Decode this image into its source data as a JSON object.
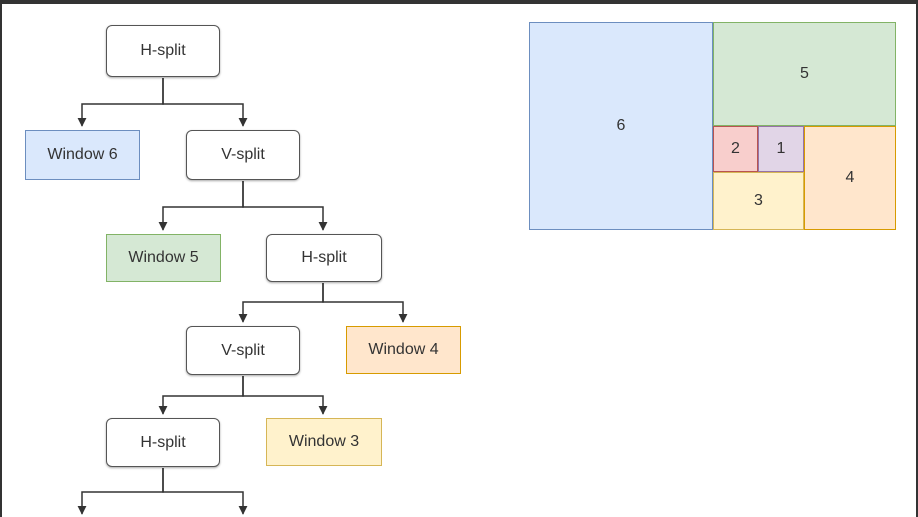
{
  "tree": {
    "n1_label": "H-split",
    "n2_label": "Window 6",
    "n3_label": "V-split",
    "n4_label": "Window 5",
    "n5_label": "H-split",
    "n6_label": "V-split",
    "n7_label": "Window 4",
    "n8_label": "H-split",
    "n9_label": "Window 3"
  },
  "layout": {
    "w6_label": "6",
    "w5_label": "5",
    "w2_label": "2",
    "w1_label": "1",
    "w3_label": "3",
    "w4_label": "4"
  },
  "colors": {
    "window6_fill": "#dae8fc",
    "window6_stroke": "#6c8ebf",
    "window5_fill": "#d5e8d4",
    "window5_stroke": "#82b366",
    "window4_fill": "#ffe6cc",
    "window4_stroke": "#d79b00",
    "window3_fill": "#fff2cc",
    "window3_stroke": "#d6b656",
    "window2_fill": "#f8cecc",
    "window2_stroke": "#b85450",
    "window1_fill": "#e1d5e7",
    "window1_stroke": "#9673a6",
    "edge": "#333333"
  }
}
